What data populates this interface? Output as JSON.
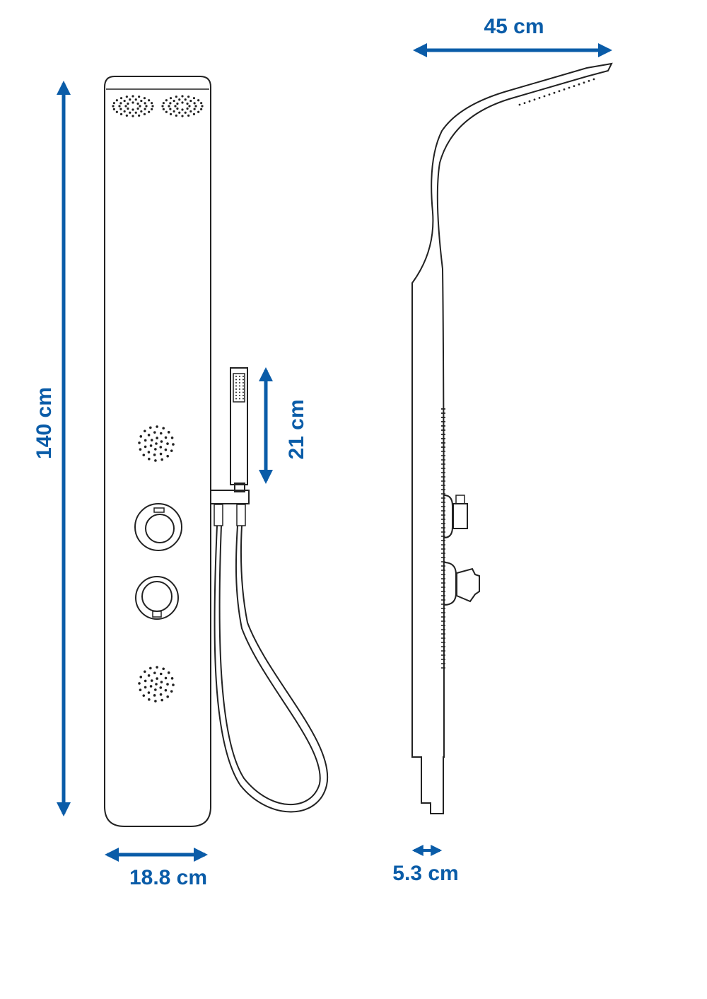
{
  "colors": {
    "dimension": "#0a5ca8",
    "outline": "#222222",
    "background": "#ffffff"
  },
  "dimensions": {
    "height": "140 cm",
    "width": "18.8 cm",
    "hand_shower": "21 cm",
    "projection": "45 cm",
    "depth": "5.3 cm"
  }
}
